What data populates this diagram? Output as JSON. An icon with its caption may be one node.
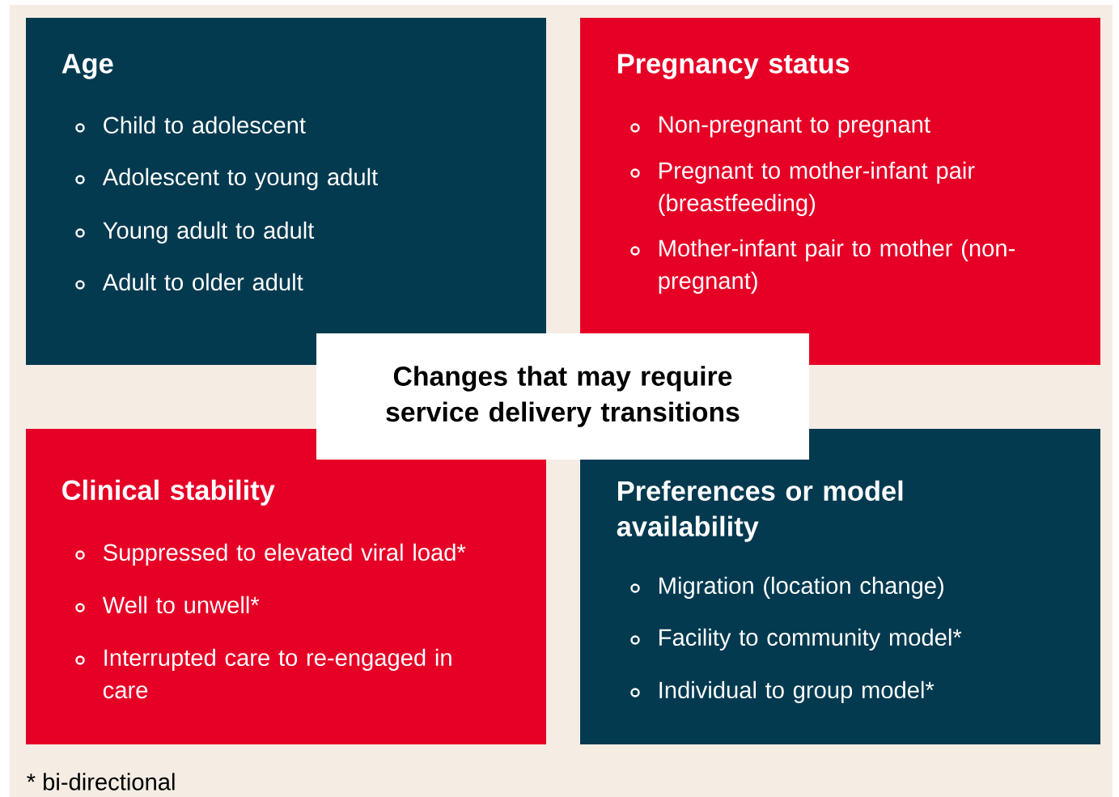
{
  "diagram": {
    "nodes": [
      {
        "text": [
          "Age",
          "Child to adolescent",
          "Adolescent to young adult",
          "Young adult to adult",
          "Adult to older adult"
        ]
      },
      {
        "text": [
          "Pregnancy status",
          "Non-pregnant to pregnant",
          "Pregnant to mother-infant pair (breastfeeding)",
          "Mother-infant pair to mother (non-pregnant)"
        ]
      },
      {
        "text": [
          "Changes that may require service delivery transitions"
        ]
      },
      {
        "text": [
          "Clinical stability",
          "Suppressed to elevated viral load*",
          "Well to unwell*",
          "Interrupted care to re-engaged in care"
        ]
      },
      {
        "text": [
          "Preferences or model availability",
          "Migration (location change)",
          "Facility to community model*",
          "Individual to group model*"
        ]
      }
    ],
    "labels": [
      "* bi-directional"
    ]
  }
}
